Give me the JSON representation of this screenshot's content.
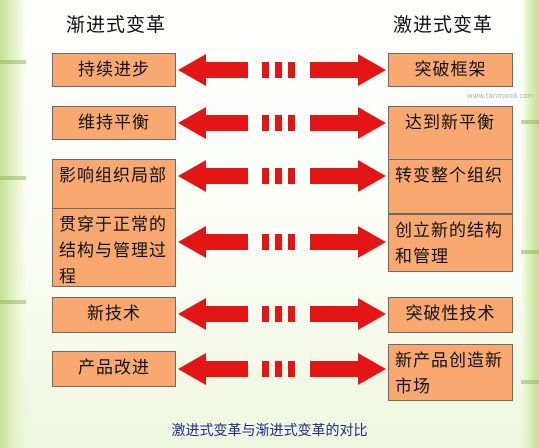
{
  "headers": {
    "left": "渐进式变革",
    "right": "激进式变革"
  },
  "left_boxes": [
    "持续进步",
    "维持平衡",
    "影响组织局部",
    "贯穿于正常的结构与管理过程",
    "新技术",
    "产品改进"
  ],
  "right_boxes": [
    "突破框架",
    "达到新平衡",
    "转变整个组织",
    "创立新的结构和管理",
    "突破性技术",
    "新产品创造新市场"
  ],
  "watermark": "www.tanmood.com",
  "caption": "激进式变革与渐进式变革的对比",
  "colors": {
    "box_fill": "#f9a870",
    "arrow_red": "#e41515",
    "caption_text": "#1b2b8c"
  }
}
